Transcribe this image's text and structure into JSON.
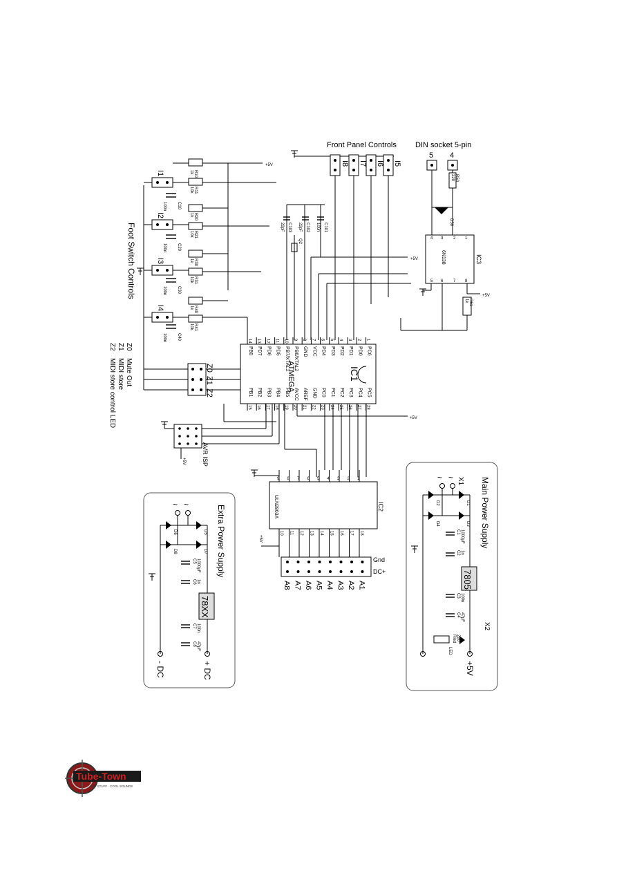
{
  "diagram": {
    "foot_switch_title": "Foot Switch Controls",
    "front_panel_title": "Front Panel Controls",
    "din_title": "DIN socket 5-pin",
    "main_psu_title": "Main Power Supply",
    "extra_psu_title": "Extra Power Supply",
    "ic1": {
      "ref": "IC1",
      "name": "ATMEGA"
    },
    "ic2": {
      "ref": "IC2",
      "name": "ULN2803A"
    },
    "ic3": {
      "ref": "IC3",
      "name": "6N138"
    },
    "regulator_main": "7805",
    "regulator_extra": "78XX",
    "isp_label": "AVR ISP",
    "supply": "+5V",
    "plus_dc": "+ DC",
    "minus_dc": "- DC",
    "gnd_label": "Gnd",
    "dcplus_label": "DC+",
    "x1": "X1",
    "x2": "X2",
    "z_legend": [
      {
        "id": "Z0",
        "desc": "Mute Out"
      },
      {
        "id": "Z1",
        "desc": "MIDI store"
      },
      {
        "id": "Z2",
        "desc": "MIDI store control LED"
      }
    ],
    "foot_switches": [
      {
        "id": "I1",
        "r1": "R10",
        "r1v": "1k",
        "r2": "R11",
        "r2v": "10k",
        "c": "C10",
        "cv": "100n"
      },
      {
        "id": "I2",
        "r1": "R20",
        "r1v": "1k",
        "r2": "R21",
        "r2v": "10k",
        "c": "C20",
        "cv": "100n"
      },
      {
        "id": "I3",
        "r1": "R30",
        "r1v": "1k",
        "r2": "R31",
        "r2v": "10k",
        "c": "C30",
        "cv": "100n"
      },
      {
        "id": "I4",
        "r1": "R40",
        "r1v": "1k",
        "r2": "R41",
        "r2v": "10k",
        "c": "C40",
        "cv": "100n"
      }
    ],
    "front_switches": [
      "I8",
      "I7",
      "I6",
      "I5"
    ],
    "din_pins": [
      "5",
      "4"
    ],
    "ic1_left_pins": [
      {
        "n": "14",
        "name": "PB0"
      },
      {
        "n": "13",
        "name": "PD7"
      },
      {
        "n": "12",
        "name": "PD6"
      },
      {
        "n": "11",
        "name": "PD5"
      },
      {
        "n": "10",
        "name": "PB7/XTAL1"
      },
      {
        "n": "9",
        "name": "PB6/XTAL2"
      },
      {
        "n": "8",
        "name": "GND"
      },
      {
        "n": "7",
        "name": "VCC"
      },
      {
        "n": "6",
        "name": "PD4"
      },
      {
        "n": "5",
        "name": "PD3"
      },
      {
        "n": "4",
        "name": "PD2"
      },
      {
        "n": "3",
        "name": "PD1"
      },
      {
        "n": "2",
        "name": "PD0"
      },
      {
        "n": "1",
        "name": "PC6"
      }
    ],
    "ic1_right_pins": [
      {
        "n": "15",
        "name": "PB1"
      },
      {
        "n": "16",
        "name": "PB2"
      },
      {
        "n": "17",
        "name": "PB3"
      },
      {
        "n": "18",
        "name": "PB4"
      },
      {
        "n": "19",
        "name": "PB5"
      },
      {
        "n": "20",
        "name": "AVCC"
      },
      {
        "n": "21",
        "name": "AREF"
      },
      {
        "n": "22",
        "name": "GND"
      },
      {
        "n": "23",
        "name": "PC0"
      },
      {
        "n": "24",
        "name": "PC1"
      },
      {
        "n": "25",
        "name": "PC2"
      },
      {
        "n": "26",
        "name": "PC3"
      },
      {
        "n": "27",
        "name": "PC4"
      },
      {
        "n": "28",
        "name": "PC5"
      }
    ],
    "crystal": {
      "ref": "Q2",
      "c1": "C103",
      "c1v": "22pF",
      "c2": "C102",
      "c2v": "22pF",
      "c3": "C101",
      "c3v": "100n"
    },
    "din_parts": {
      "r": "R50",
      "rv": "220",
      "d": "D50",
      "r2": "R51",
      "r2v": "1k"
    },
    "ic2_left_pins": [
      "9",
      "8",
      "7",
      "6",
      "5",
      "4",
      "3",
      "2",
      "1"
    ],
    "ic2_right_pins": [
      "10",
      "11",
      "12",
      "13",
      "14",
      "15",
      "16",
      "17",
      "18"
    ],
    "ic3_pins_top": [
      "4",
      "3",
      "2",
      "1"
    ],
    "ic3_pins_bottom": [
      "5",
      "6",
      "7",
      "8"
    ],
    "outputs": [
      "A8",
      "A7",
      "A6",
      "A5",
      "A4",
      "A3",
      "A2",
      "A1"
    ],
    "main_psu": {
      "d1": "D1",
      "d2": "D2",
      "d3": "D3",
      "d4": "D4",
      "c1": "C1",
      "c1v": "1000µF",
      "c2": "C2",
      "c2v": "1n",
      "c3": "C3",
      "c3v": "100n",
      "c4": "C4",
      "c4v": "47µF",
      "r": "Rled",
      "rv": "220",
      "led": "LED"
    },
    "extra_psu": {
      "d5": "D5",
      "d6": "D6",
      "d7": "D7",
      "d8": "D8",
      "c5": "C5",
      "c5v": "1000µF",
      "c6": "C6",
      "c6v": "1n",
      "c7": "C7",
      "c7v": "100n",
      "c8": "C8",
      "c8v": "47µF"
    },
    "ac": "~"
  },
  "logo": {
    "main": "Tube-Town",
    "tagline": "HOT STUFF · COOL SOUNDS"
  }
}
